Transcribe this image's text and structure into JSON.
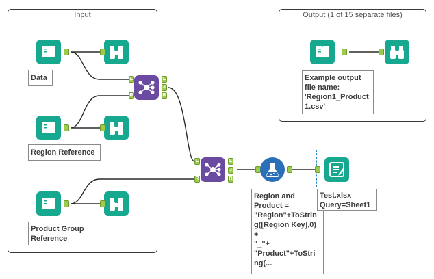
{
  "canvas": {
    "containers": {
      "input": {
        "title": "Input"
      },
      "output": {
        "title": "Output (1 of 15 separate files)"
      }
    },
    "annotations": {
      "data": "Data",
      "region_reference": "Region Reference",
      "product_group_reference": "Product Group\nReference",
      "example_output": "Example output\nfile name:\n'Region1_Product\n1.csv'",
      "formula": "Region and\nProduct =\n\"Region\"+ToStrin\ng([Region Key],0)\n+\n\"_\"+\n\"Product\"+ToStri\nng(...",
      "output_file": "Test.xlsx\nQuery=Sheet1"
    },
    "anchors": {
      "left": "L",
      "join": "J",
      "right": "R"
    }
  },
  "colors": {
    "input_tool": "#17a98f",
    "join_tool": "#6b4aa1",
    "formula_tool": "#2a6fb8",
    "anchor": "#9ccb4e",
    "selection": "#1e88c8"
  }
}
